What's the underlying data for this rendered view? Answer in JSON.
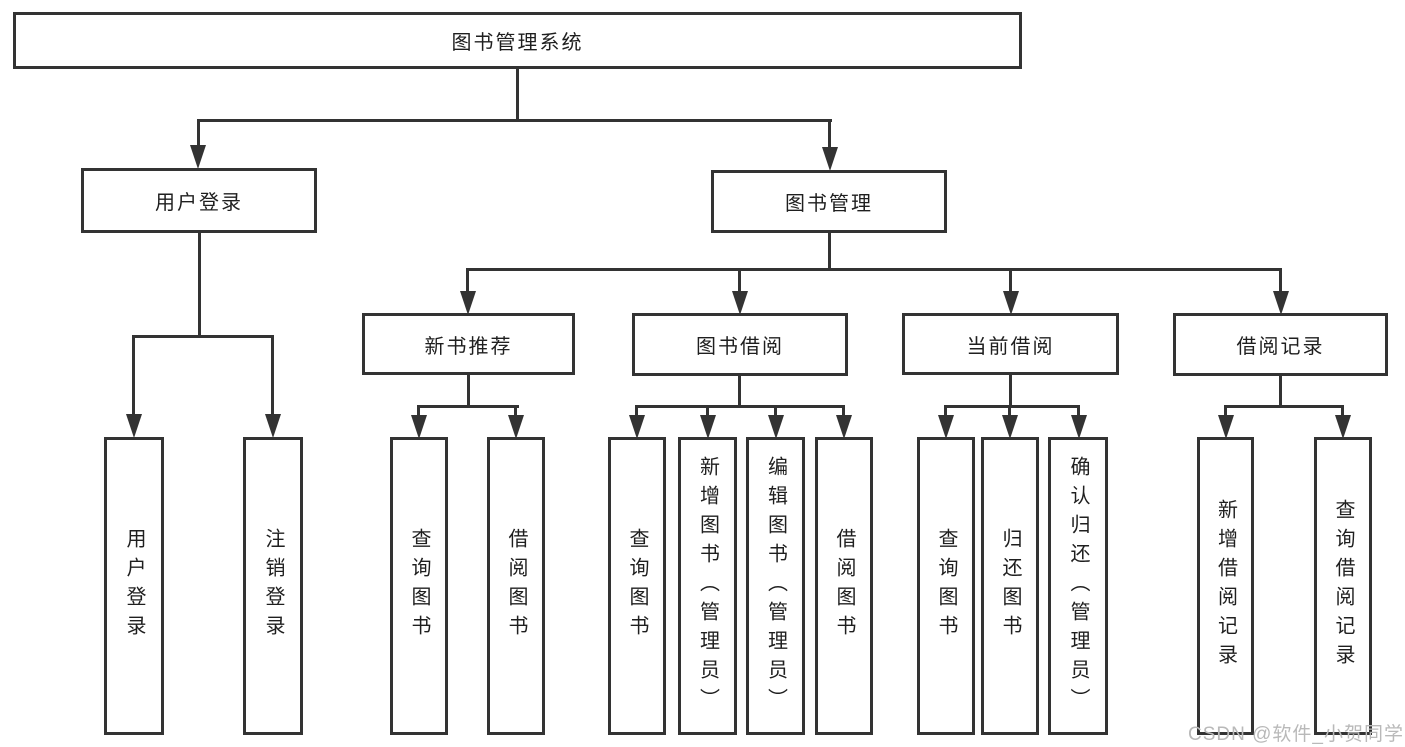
{
  "diagram_type": "functional-module-tree",
  "colors": {
    "line": "#333333",
    "text": "#1f1f1f",
    "background": "#ffffff",
    "watermark": "#b9b9b9"
  },
  "watermark": {
    "text": "CSDN @软件_小贺同学"
  },
  "tree": {
    "label": "图书管理系统",
    "children": [
      {
        "label": "用户登录",
        "children": [
          {
            "label": "用户登录"
          },
          {
            "label": "注销登录"
          }
        ]
      },
      {
        "label": "图书管理",
        "children": [
          {
            "label": "新书推荐",
            "children": [
              {
                "label": "查询图书"
              },
              {
                "label": "借阅图书"
              }
            ]
          },
          {
            "label": "图书借阅",
            "children": [
              {
                "label": "查询图书"
              },
              {
                "label": "新增图书（管理员）"
              },
              {
                "label": "编辑图书（管理员）"
              },
              {
                "label": "借阅图书"
              }
            ]
          },
          {
            "label": "当前借阅",
            "children": [
              {
                "label": "查询图书"
              },
              {
                "label": "归还图书"
              },
              {
                "label": "确认归还（管理员）"
              }
            ]
          },
          {
            "label": "借阅记录",
            "children": [
              {
                "label": "新增借阅记录"
              },
              {
                "label": "查询借阅记录"
              }
            ]
          }
        ]
      }
    ]
  }
}
